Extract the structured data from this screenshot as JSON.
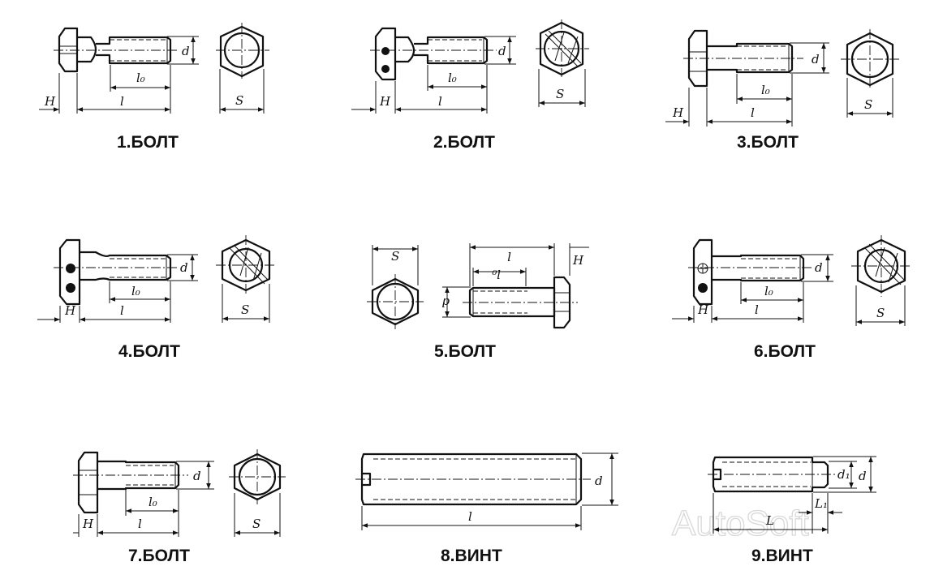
{
  "figures": [
    {
      "id": "1",
      "caption": "1.БОЛТ",
      "dims": {
        "d": "d",
        "l0": "l₀",
        "l": "l",
        "H": "H",
        "S": "S"
      }
    },
    {
      "id": "2",
      "caption": "2.БОЛТ",
      "dims": {
        "d": "d",
        "l0": "l₀",
        "l": "l",
        "H": "H",
        "S": "S"
      }
    },
    {
      "id": "3",
      "caption": "3.БОЛТ",
      "dims": {
        "d": "d",
        "l0": "l₀",
        "l": "l",
        "H": "H",
        "S": "S"
      }
    },
    {
      "id": "4",
      "caption": "4.БОЛТ",
      "dims": {
        "d": "d",
        "l0": "l₀",
        "l": "l",
        "H": "H",
        "S": "S"
      }
    },
    {
      "id": "5",
      "caption": "5.БОЛТ",
      "dims": {
        "d": "d",
        "l0": "l₀",
        "l": "l",
        "H": "H",
        "S": "S"
      }
    },
    {
      "id": "6",
      "caption": "6.БОЛТ",
      "dims": {
        "d": "d",
        "l0": "l₀",
        "l": "l",
        "H": "H",
        "S": "S"
      }
    },
    {
      "id": "7",
      "caption": "7.БОЛТ",
      "dims": {
        "d": "d",
        "l0": "l₀",
        "l": "l",
        "H": "H",
        "S": "S"
      }
    },
    {
      "id": "8",
      "caption": "8.ВИНТ",
      "dims": {
        "d": "d",
        "l": "l"
      }
    },
    {
      "id": "9",
      "caption": "9.ВИНТ",
      "dims": {
        "d": "d",
        "d1": "d₁",
        "L": "L",
        "L1": "L₁"
      }
    }
  ],
  "watermark": "AutoSoft",
  "colors": {
    "ink": "#111111",
    "watermark": "#d8d8d8",
    "background": "#ffffff"
  }
}
